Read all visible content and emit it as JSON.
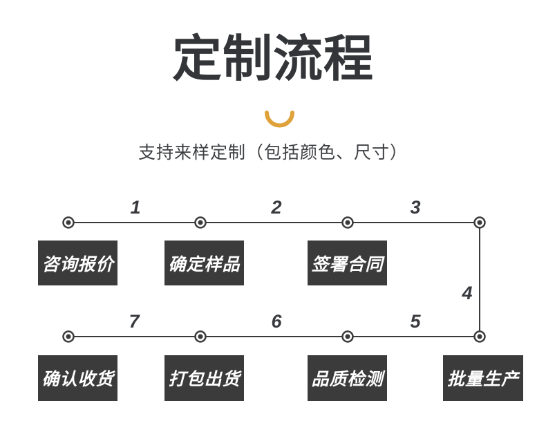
{
  "header": {
    "title": "定制流程",
    "subtitle": "支持来样定制（包括颜色、尺寸）"
  },
  "colors": {
    "accent_arc": "#DFA23B",
    "box_background": "#3B3B3B",
    "box_text": "#FFFFFF",
    "line_and_node": "#3A3A3A",
    "title_text": "#333538",
    "page_background": "#FFFFFF"
  },
  "flow": {
    "top_steps": [
      {
        "label": "咨询报价"
      },
      {
        "label": "确定样品"
      },
      {
        "label": "签署合同"
      }
    ],
    "bottom_steps": [
      {
        "label": "确认收货"
      },
      {
        "label": "打包出货"
      },
      {
        "label": "品质检测"
      },
      {
        "label": "批量生产"
      }
    ],
    "top_segment_numbers": [
      "1",
      "2",
      "3"
    ],
    "right_segment_number": "4",
    "bottom_segment_numbers": [
      "7",
      "6",
      "5"
    ]
  }
}
